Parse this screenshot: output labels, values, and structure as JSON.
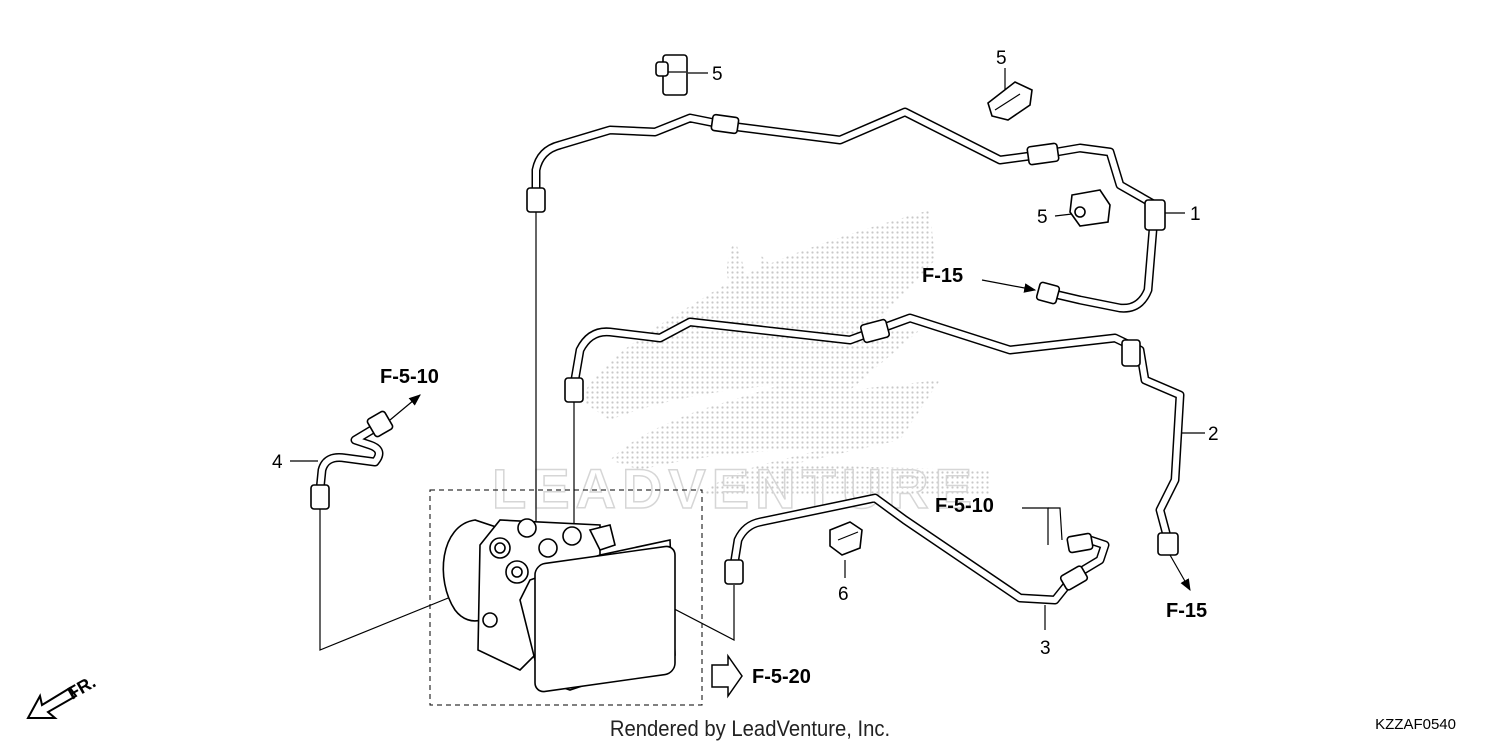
{
  "callouts": {
    "c1": "1",
    "c2": "2",
    "c3": "3",
    "c4": "4",
    "c5a": "5",
    "c5b": "5",
    "c5c": "5",
    "c6": "6"
  },
  "references": {
    "f15_upper": "F-15",
    "f15_lower": "F-15",
    "f510_left": "F-5-10",
    "f510_right": "F-5-10",
    "f520": "F-5-20"
  },
  "direction": {
    "label": "FR."
  },
  "footer": {
    "rendered_by": "Rendered by LeadVenture, Inc.",
    "diagram_code": "KZZAF0540"
  },
  "watermark": {
    "text": "LEADVENTURE"
  },
  "colors": {
    "line": "#000000",
    "watermark": "#c8c8c8",
    "background": "#ffffff"
  }
}
